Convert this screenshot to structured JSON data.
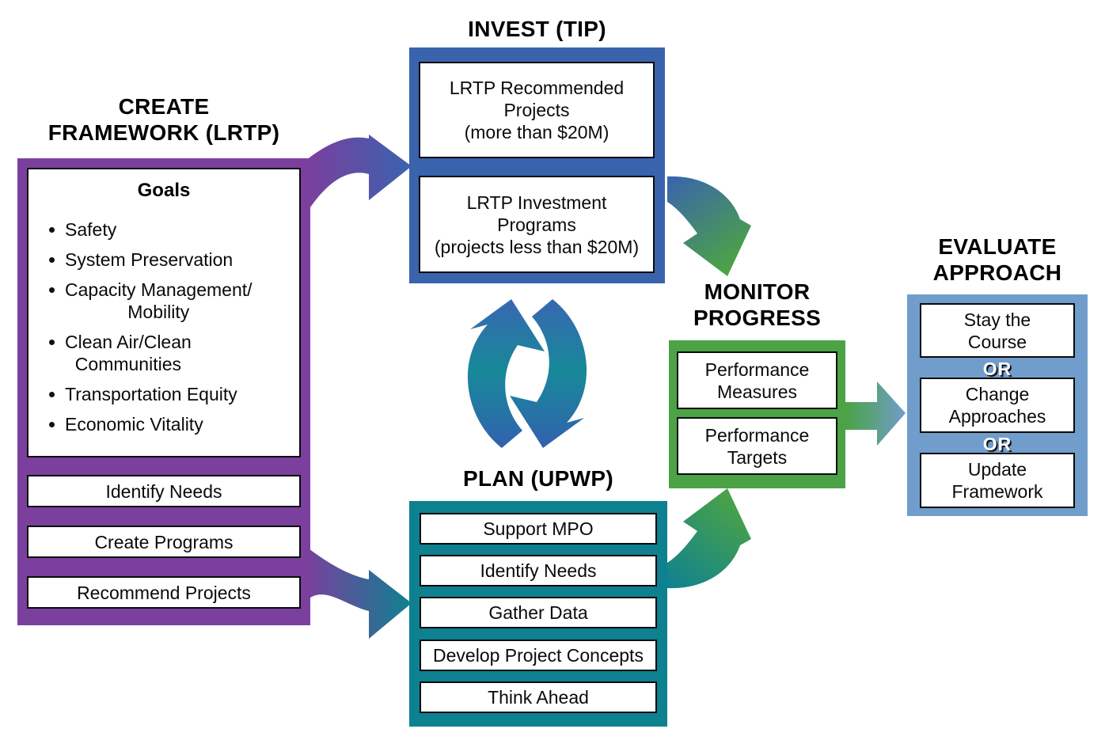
{
  "colors": {
    "purple": "#7B3F9E",
    "blue": "#3A63AE",
    "teal": "#0E8191",
    "green": "#4BA345",
    "light_blue": "#709DCB"
  },
  "create_framework": {
    "title": [
      "CREATE",
      "FRAMEWORK (LRTP)"
    ],
    "goals_heading": "Goals",
    "goals": [
      "Safety",
      "System Preservation",
      [
        "Capacity Management/",
        "Mobility"
      ],
      [
        "Clean Air/Clean",
        "Communities"
      ],
      "Transportation Equity",
      "Economic Vitality"
    ],
    "steps": [
      "Identify Needs",
      "Create Programs",
      "Recommend Projects"
    ]
  },
  "invest": {
    "title": "INVEST (TIP)",
    "items": [
      [
        "LRTP Recommended",
        "Projects",
        "(more than $20M)"
      ],
      [
        "LRTP Investment",
        "Programs",
        "(projects less than $20M)"
      ]
    ]
  },
  "plan": {
    "title": "PLAN (UPWP)",
    "items": [
      "Support MPO",
      "Identify Needs",
      "Gather Data",
      "Develop Project Concepts",
      "Think Ahead"
    ]
  },
  "monitor": {
    "title": [
      "MONITOR",
      "PROGRESS"
    ],
    "items": [
      [
        "Performance",
        "Measures"
      ],
      [
        "Performance",
        "Targets"
      ]
    ]
  },
  "evaluate": {
    "title": [
      "EVALUATE",
      "APPROACH"
    ],
    "or_label": "OR",
    "items": [
      [
        "Stay the",
        "Course"
      ],
      [
        "Change",
        "Approaches"
      ],
      [
        "Update",
        "Framework"
      ]
    ]
  }
}
